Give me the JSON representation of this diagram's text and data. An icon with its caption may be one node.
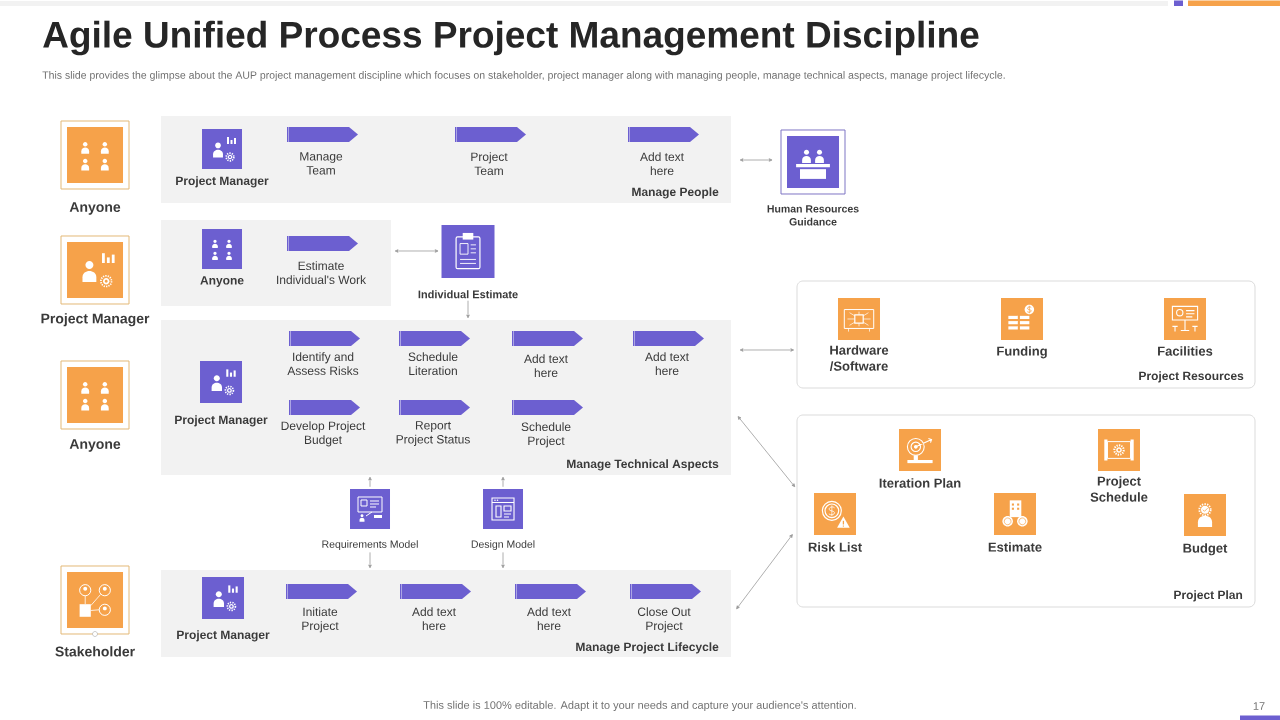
{
  "diagram": {
    "title": "Agile Unified Process Project Management Discipline",
    "nodes": [
      {
        "text": [
          "Anyone"
        ]
      },
      {
        "text": [
          "Project Manager"
        ]
      },
      {
        "text": [
          "Anyone"
        ]
      },
      {
        "text": [
          "Stakeholder"
        ]
      },
      {
        "text": [
          "Manage People"
        ]
      },
      {
        "text": [
          "Project Manager"
        ],
        "in": 4
      },
      {
        "text": [
          "Manage Team"
        ],
        "in": 4
      },
      {
        "text": [
          "Project Team"
        ],
        "in": 4
      },
      {
        "text": [
          "Add text here"
        ],
        "in": 4
      },
      {
        "text": [
          "Human Resources Guidance"
        ]
      },
      {
        "text": [],
        "shape": "box"
      },
      {
        "text": [
          "Anyone"
        ],
        "in": 10
      },
      {
        "text": [
          "Estimate Individual's Work"
        ],
        "in": 10
      },
      {
        "text": [
          "Individual Estimate"
        ]
      },
      {
        "text": [
          "Manage Technical Aspects"
        ]
      },
      {
        "text": [
          "Project Manager"
        ],
        "in": 14
      },
      {
        "text": [
          "Identify and Assess Risks"
        ],
        "in": 14
      },
      {
        "text": [
          "Schedule Literation"
        ],
        "in": 14
      },
      {
        "text": [
          "Add text here"
        ],
        "in": 14
      },
      {
        "text": [
          "Add text here"
        ],
        "in": 14
      },
      {
        "text": [
          "Develop Project Budget"
        ],
        "in": 14
      },
      {
        "text": [
          "Report Project Status"
        ],
        "in": 14
      },
      {
        "text": [
          "Schedule Project"
        ],
        "in": 14
      },
      {
        "text": [
          "Project Resources"
        ]
      },
      {
        "text": [
          "Hardware /Software"
        ],
        "in": 23
      },
      {
        "text": [
          "Funding"
        ],
        "in": 23
      },
      {
        "text": [
          "Facilities"
        ],
        "in": 23
      },
      {
        "text": [
          "Project Plan"
        ]
      },
      {
        "text": [
          "Iteration Plan"
        ],
        "in": 27
      },
      {
        "text": [
          "Project Schedule"
        ],
        "in": 27
      },
      {
        "text": [
          "Risk List"
        ],
        "in": 27
      },
      {
        "text": [
          "Estimate"
        ],
        "in": 27
      },
      {
        "text": [
          "Budget"
        ],
        "in": 27
      },
      {
        "text": [
          "Requirements Model"
        ]
      },
      {
        "text": [
          "Design Model"
        ]
      },
      {
        "text": [
          "Manage Project Lifecycle"
        ]
      },
      {
        "text": [
          "Project Manager"
        ],
        "in": 35
      },
      {
        "text": [
          "Initiate Project"
        ],
        "in": 35
      },
      {
        "text": [
          "Add text here"
        ],
        "in": 35
      },
      {
        "text": [
          "Add text here"
        ],
        "in": 35
      },
      {
        "text": [
          "Close Out Project"
        ],
        "in": 35
      }
    ],
    "edges": [
      {
        "from": 4,
        "to": 9,
        "arrow": "both"
      },
      {
        "from": 10,
        "to": 13,
        "arrow": "both"
      },
      {
        "from": 13,
        "to": 14,
        "arrow": "to"
      },
      {
        "from": 14,
        "to": 23,
        "arrow": "both"
      },
      {
        "from": 14,
        "to": 27,
        "arrow": "both"
      },
      {
        "from": 35,
        "to": 27,
        "arrow": "both"
      },
      {
        "from": 33,
        "to": 14,
        "arrow": "to"
      },
      {
        "from": 33,
        "to": 35,
        "arrow": "to"
      },
      {
        "from": 34,
        "to": 14,
        "arrow": "to"
      },
      {
        "from": 34,
        "to": 35,
        "arrow": "to"
      }
    ],
    "labels": [
      "This slide provides the glimpse about the AUP project management discipline which focuses on stakeholder, project manager along with managing people, manage technical aspects, manage project lifecycle.",
      "This slide is 100% editable. Adapt it to your needs and capture your audience's attention.",
      "17"
    ]
  }
}
